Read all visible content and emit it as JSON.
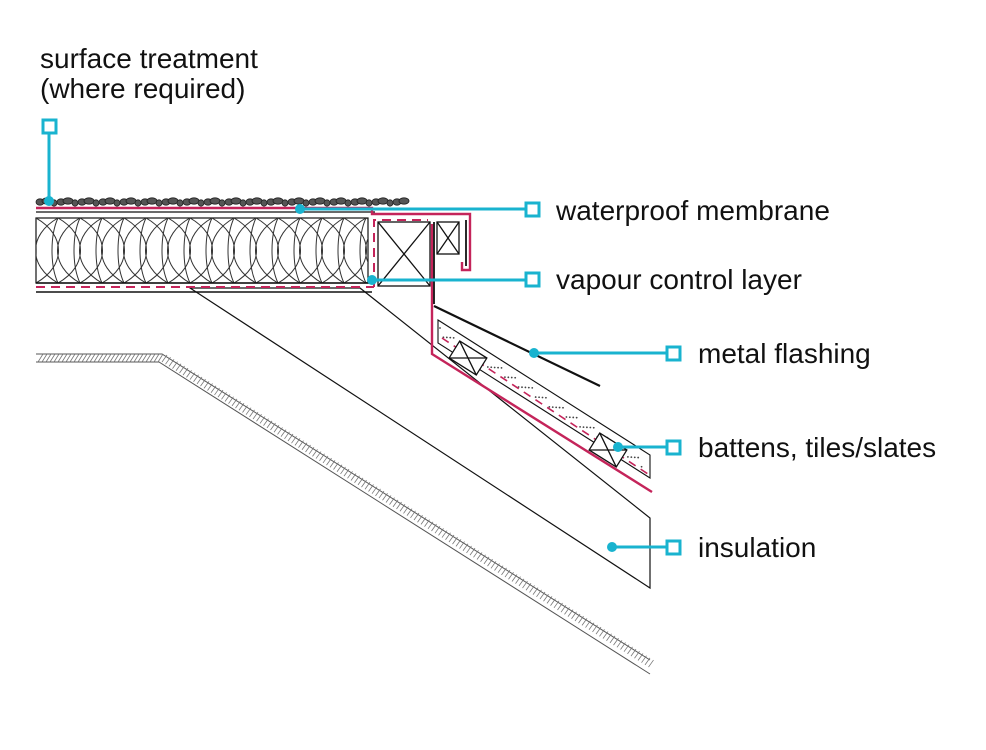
{
  "labels": {
    "surface_treatment_line1": "surface treatment",
    "surface_treatment_line2": "(where required)",
    "waterproof_membrane": "waterproof membrane",
    "vapour_control_layer": "vapour control layer",
    "metal_flashing": "metal flashing",
    "battens_tiles_slates": "battens, tiles/slates",
    "insulation": "insulation"
  },
  "colors": {
    "callout": "#19b3cf",
    "membrane": "#c4245a",
    "linework": "#111111",
    "hatch": "#555555",
    "gravel": "#333333"
  }
}
